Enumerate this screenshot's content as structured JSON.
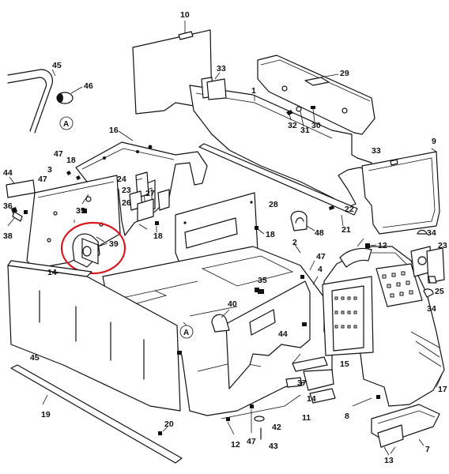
{
  "diagram": {
    "callouts": [
      {
        "id": "c10",
        "text": "10"
      },
      {
        "id": "c45a",
        "text": "45"
      },
      {
        "id": "c46",
        "text": "46"
      },
      {
        "id": "cA1",
        "text": "A"
      },
      {
        "id": "c33a",
        "text": "33"
      },
      {
        "id": "c1",
        "text": "1"
      },
      {
        "id": "c29",
        "text": "29"
      },
      {
        "id": "c32",
        "text": "32"
      },
      {
        "id": "c31",
        "text": "31"
      },
      {
        "id": "c30",
        "text": "30"
      },
      {
        "id": "c16",
        "text": "16"
      },
      {
        "id": "c9",
        "text": "9"
      },
      {
        "id": "c33b",
        "text": "33"
      },
      {
        "id": "c47a",
        "text": "47"
      },
      {
        "id": "c18a",
        "text": "18"
      },
      {
        "id": "c44a",
        "text": "44"
      },
      {
        "id": "c3",
        "text": "3"
      },
      {
        "id": "c47b",
        "text": "47"
      },
      {
        "id": "c24",
        "text": "24"
      },
      {
        "id": "c23a",
        "text": "23"
      },
      {
        "id": "c27",
        "text": "27"
      },
      {
        "id": "c36",
        "text": "36"
      },
      {
        "id": "c35a",
        "text": "35"
      },
      {
        "id": "c26",
        "text": "26"
      },
      {
        "id": "c22",
        "text": "22"
      },
      {
        "id": "c21",
        "text": "21"
      },
      {
        "id": "c28",
        "text": "28"
      },
      {
        "id": "c38",
        "text": "38"
      },
      {
        "id": "c48",
        "text": "48"
      },
      {
        "id": "c18b",
        "text": "18"
      },
      {
        "id": "c18c",
        "text": "18"
      },
      {
        "id": "c39",
        "text": "39"
      },
      {
        "id": "c2",
        "text": "2"
      },
      {
        "id": "c12a",
        "text": "12"
      },
      {
        "id": "c34a",
        "text": "34"
      },
      {
        "id": "c23b",
        "text": "23"
      },
      {
        "id": "c14a",
        "text": "14"
      },
      {
        "id": "c35b",
        "text": "35"
      },
      {
        "id": "c47c",
        "text": "47"
      },
      {
        "id": "c4",
        "text": "4"
      },
      {
        "id": "c25",
        "text": "25"
      },
      {
        "id": "c40",
        "text": "40"
      },
      {
        "id": "c34b",
        "text": "34"
      },
      {
        "id": "c44b",
        "text": "44"
      },
      {
        "id": "cA2",
        "text": "A"
      },
      {
        "id": "c45b",
        "text": "45"
      },
      {
        "id": "c15",
        "text": "15"
      },
      {
        "id": "c37",
        "text": "37"
      },
      {
        "id": "c14b",
        "text": "14"
      },
      {
        "id": "c17",
        "text": "17"
      },
      {
        "id": "c11",
        "text": "11"
      },
      {
        "id": "c8",
        "text": "8"
      },
      {
        "id": "c19",
        "text": "19"
      },
      {
        "id": "c20",
        "text": "20"
      },
      {
        "id": "c42",
        "text": "42"
      },
      {
        "id": "c12b",
        "text": "12"
      },
      {
        "id": "c47d",
        "text": "47"
      },
      {
        "id": "c43",
        "text": "43"
      },
      {
        "id": "c7",
        "text": "7"
      },
      {
        "id": "c13",
        "text": "13"
      }
    ],
    "highlight_color": "#d9161e",
    "line_color": "#111111"
  }
}
